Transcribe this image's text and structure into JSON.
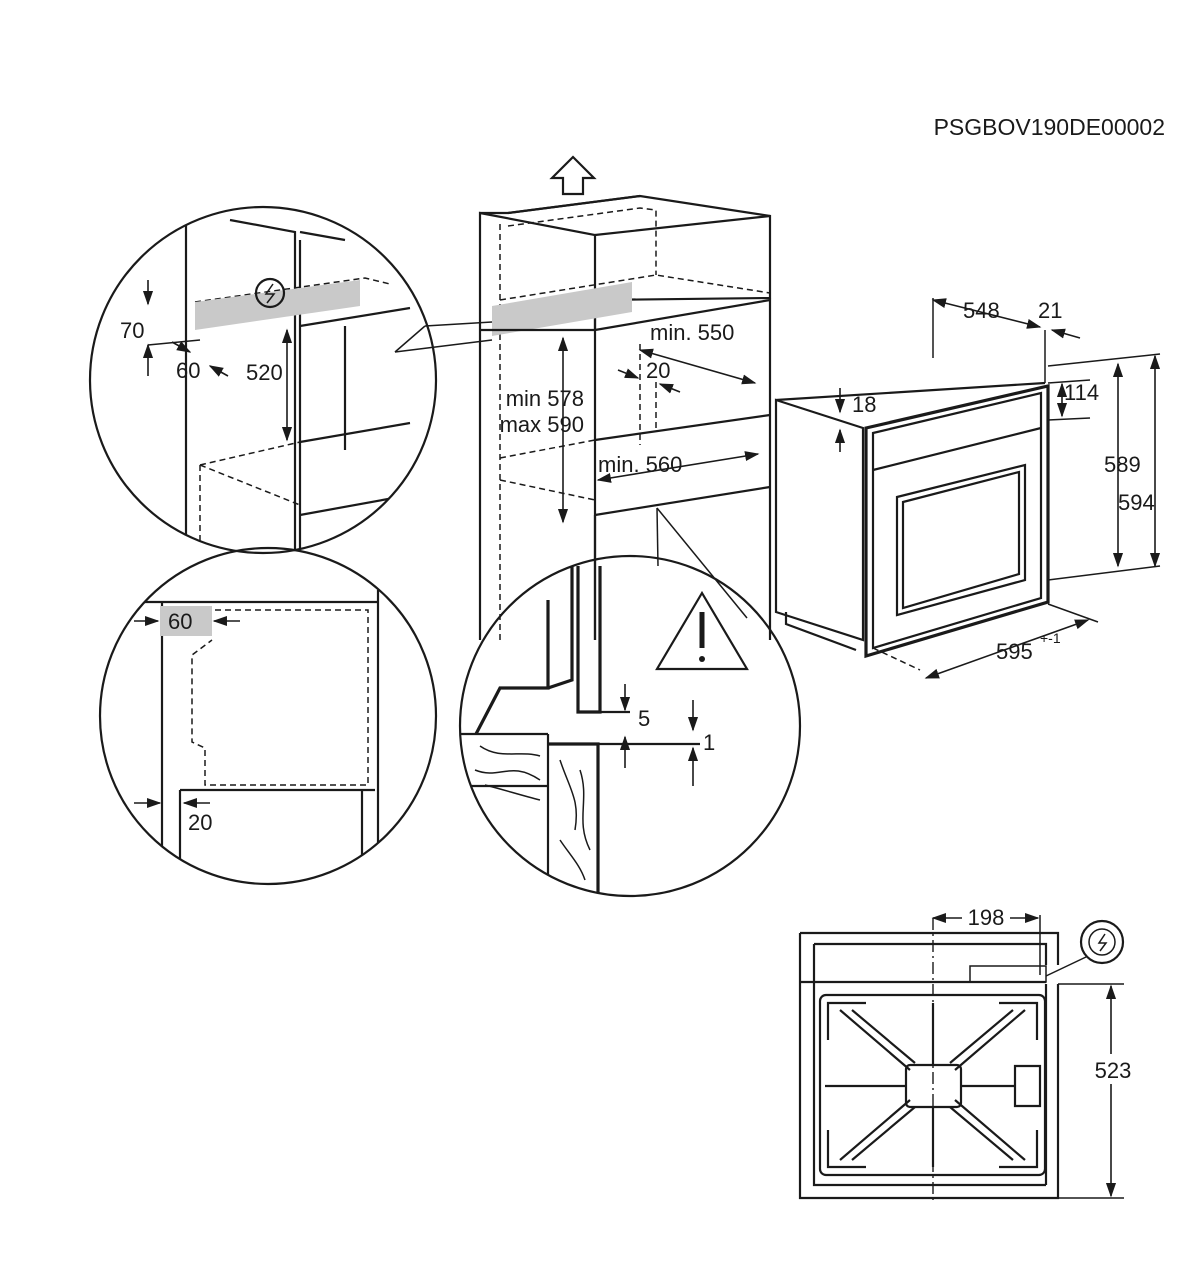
{
  "drawing_code": "PSGBOV190DE00002",
  "detail_top": {
    "dim_70": "70",
    "dim_60": "60",
    "dim_520": "520"
  },
  "niche": {
    "min_550": "min. 550",
    "dim_20": "20",
    "min_578": "min 578",
    "max_590": "max 590",
    "min_560": "min. 560"
  },
  "oven": {
    "dim_548": "548",
    "dim_21": "21",
    "dim_18": "18",
    "dim_114": "114",
    "dim_589": "589",
    "dim_594": "594",
    "dim_595": "595",
    "tolerance_595": "+-1"
  },
  "detail_side": {
    "dim_60": "60",
    "dim_20": "20"
  },
  "detail_floor": {
    "dim_5": "5",
    "dim_1": "1"
  },
  "top_view": {
    "dim_198": "198",
    "dim_523": "523"
  },
  "icons": [
    "electric-connection-icon",
    "warning-icon",
    "airflow-up-arrow-icon"
  ]
}
